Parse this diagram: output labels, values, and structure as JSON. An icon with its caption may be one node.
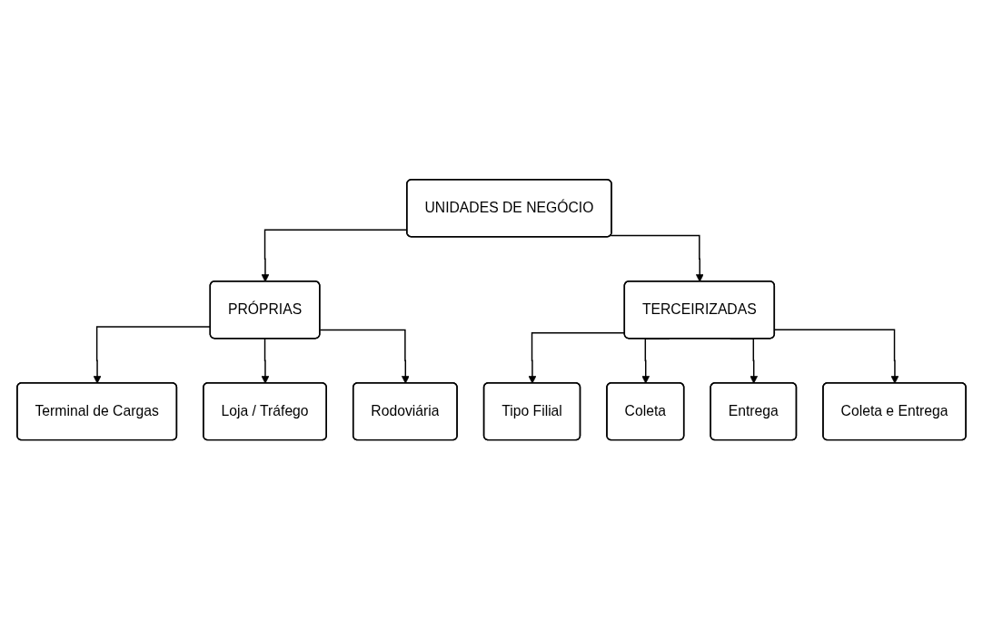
{
  "diagram": {
    "nodes": [
      {
        "text": [
          "UNIDADES DE NEGÓCIO"
        ]
      },
      {
        "text": [
          "PRÓPRIAS"
        ]
      },
      {
        "text": [
          "TERCEIRIZADAS"
        ]
      },
      {
        "text": [
          "Terminal de Cargas"
        ]
      },
      {
        "text": [
          "Loja / Tráfego"
        ]
      },
      {
        "text": [
          "Rodoviária"
        ]
      },
      {
        "text": [
          "Tipo Filial"
        ]
      },
      {
        "text": [
          "Coleta"
        ]
      },
      {
        "text": [
          "Entrega"
        ]
      },
      {
        "text": [
          "Coleta e Entrega"
        ]
      }
    ],
    "edges": [
      {
        "from": 0,
        "to": 1,
        "arrow": "to"
      },
      {
        "from": 0,
        "to": 2,
        "arrow": "to"
      },
      {
        "from": 1,
        "to": 3,
        "arrow": "to"
      },
      {
        "from": 1,
        "to": 4,
        "arrow": "to"
      },
      {
        "from": 1,
        "to": 5,
        "arrow": "to"
      },
      {
        "from": 2,
        "to": 6,
        "arrow": "to"
      },
      {
        "from": 2,
        "to": 7,
        "arrow": "to"
      },
      {
        "from": 2,
        "to": 8,
        "arrow": "to"
      },
      {
        "from": 2,
        "to": 9,
        "arrow": "to"
      }
    ]
  }
}
